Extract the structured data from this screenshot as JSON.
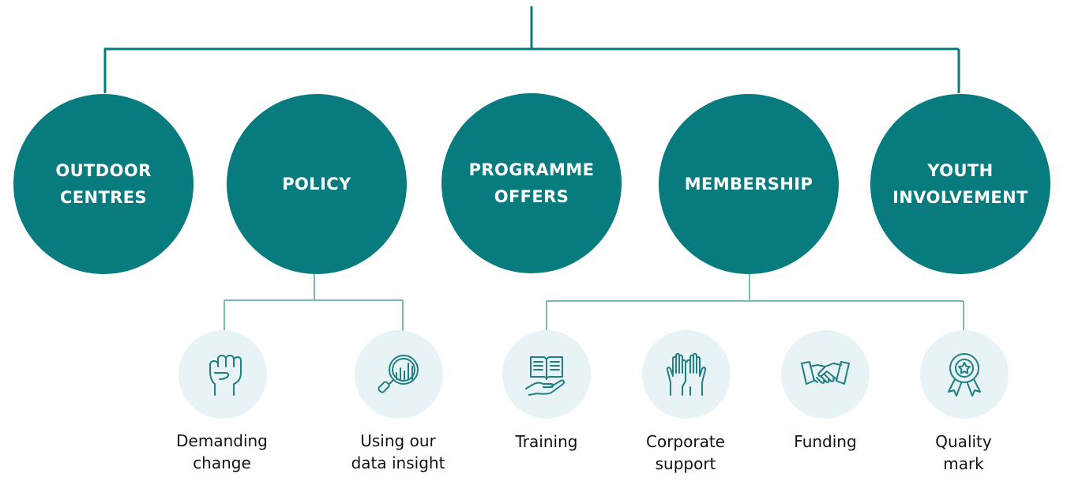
{
  "colors": {
    "primary": "#077b7e",
    "connector_light": "#7ab8b9",
    "icon_bg": "#e8f3f5",
    "icon_stroke": "#1f7f83",
    "text_dark": "#111111"
  },
  "categories": [
    {
      "id": "outdoor-centres",
      "label": "OUTDOOR\nCENTRES"
    },
    {
      "id": "policy",
      "label": "POLICY"
    },
    {
      "id": "programme-offers",
      "label": "PROGRAMME\nOFFERS"
    },
    {
      "id": "membership",
      "label": "MEMBERSHIP"
    },
    {
      "id": "youth-involvement",
      "label": "YOUTH\nINVOLVEMENT"
    }
  ],
  "sub_items": [
    {
      "id": "demanding-change",
      "parent": "policy",
      "label": "Demanding\nchange",
      "icon": "raised-fist-icon"
    },
    {
      "id": "using-our-data-insight",
      "parent": "policy",
      "label": "Using our\ndata insight",
      "icon": "magnifier-chart-icon"
    },
    {
      "id": "training",
      "parent": "membership",
      "label": "Training",
      "icon": "book-in-hand-icon"
    },
    {
      "id": "corporate-support",
      "parent": "membership",
      "label": "Corporate\nsupport",
      "icon": "raised-hands-icon"
    },
    {
      "id": "funding",
      "parent": "membership",
      "label": "Funding",
      "icon": "handshake-icon"
    },
    {
      "id": "quality-mark",
      "parent": "membership",
      "label": "Quality\nmark",
      "icon": "award-ribbon-icon"
    }
  ]
}
